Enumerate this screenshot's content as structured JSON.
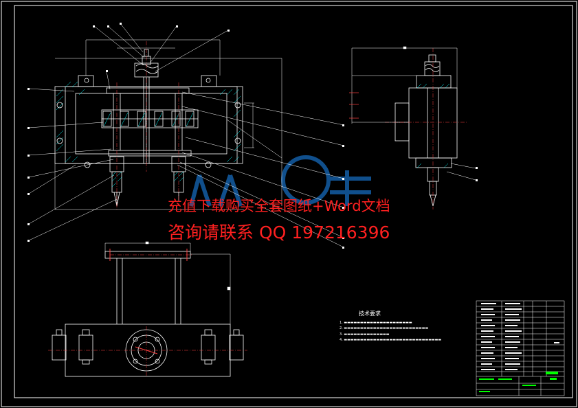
{
  "colors": {
    "background": "#000000",
    "lines": "#ffffff",
    "watermark": "#ff2020",
    "hatch": "#00ffff",
    "title_block_accent": "#00ff00",
    "logo": "#1e90ff"
  },
  "watermark": {
    "line1": "充值下载购买全套图纸+Word文档",
    "line2": "咨询请联系 QQ 197216396"
  },
  "technical_requirements": {
    "title": "技术要求",
    "items": [
      "1.",
      "2.",
      "3.",
      "4."
    ]
  }
}
